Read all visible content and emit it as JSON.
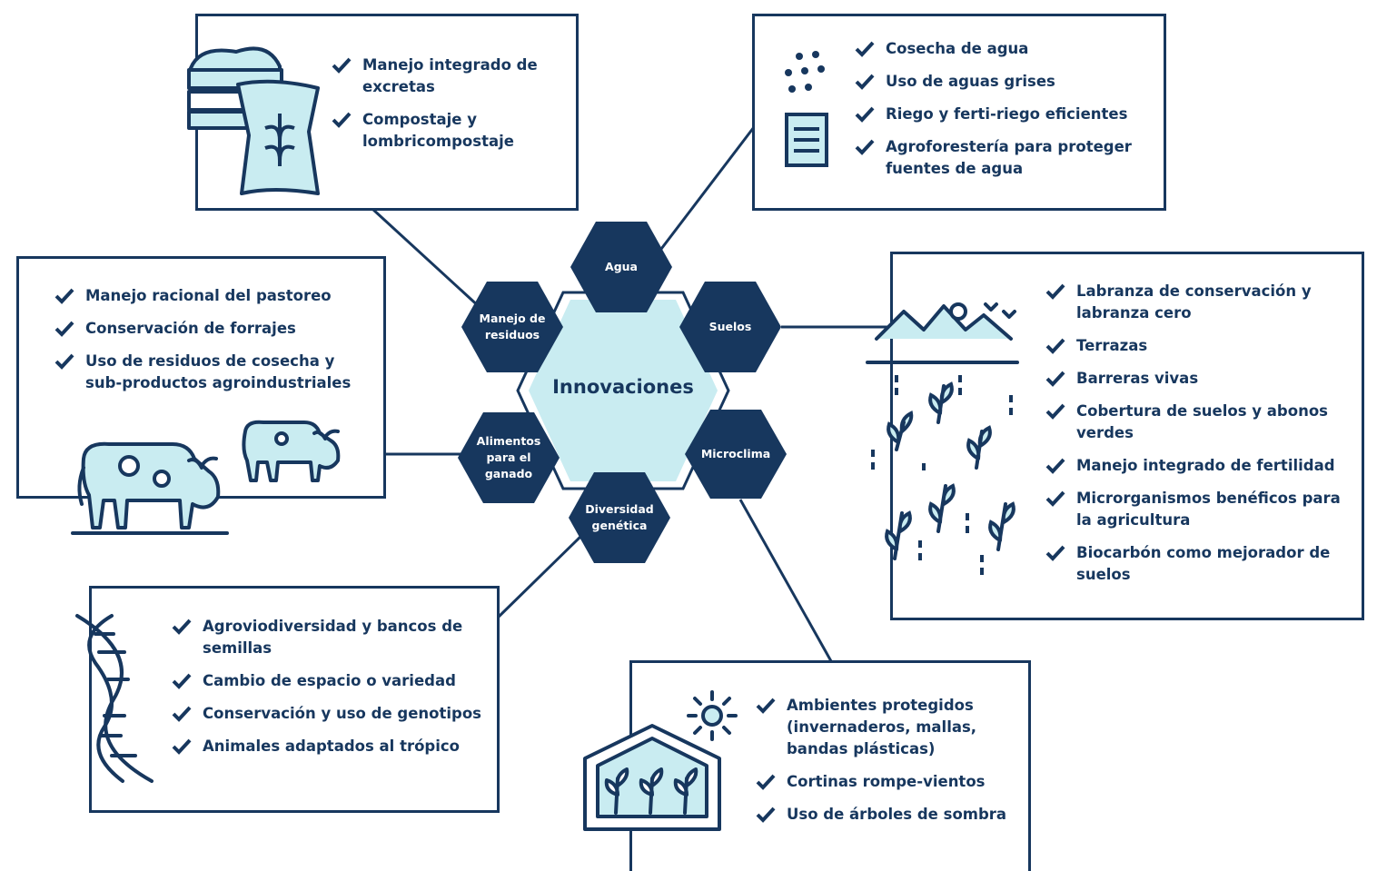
{
  "colors": {
    "navy": "#17375e",
    "light_blue": "#c9ecf1",
    "white": "#ffffff"
  },
  "center": {
    "title": "Innovaciones"
  },
  "hexagons": {
    "agua": "Agua",
    "suelos": "Suelos",
    "microclima": "Microclima",
    "diversidad": "Diversidad genética",
    "alimentos": "Alimentos para el ganado",
    "residuos": "Manejo de residuos"
  },
  "panels": {
    "residuos": {
      "icon": "compost-sack-icon",
      "items": [
        "Manejo integrado de excretas",
        "Compostaje y lombricompostaje"
      ]
    },
    "agua": {
      "icon": "rain-water-icon",
      "items": [
        "Cosecha de agua",
        "Uso de aguas grises",
        "Riego y ferti-riego eficientes",
        "Agroforestería para proteger fuentes de agua"
      ]
    },
    "alimentos": {
      "icon": "cattle-icon",
      "items": [
        "Manejo racional del pastoreo",
        "Conservación de forrajes",
        "Uso de residuos de cosecha y sub-productos agroindustriales"
      ]
    },
    "suelos": {
      "icon": "soil-plants-icon",
      "items": [
        "Labranza de conservación y labranza cero",
        "Terrazas",
        "Barreras vivas",
        "Cobertura de suelos y abonos verdes",
        "Manejo integrado de fertilidad",
        "Microrganismos benéficos para la agricultura",
        "Biocarbón como mejorador de suelos"
      ]
    },
    "diversidad": {
      "icon": "dna-icon",
      "items": [
        "Agroviodiversidad y bancos de semillas",
        "Cambio de espacio o variedad",
        "Conservación y uso de genotipos",
        "Animales adaptados al trópico"
      ]
    },
    "microclima": {
      "icon": "greenhouse-icon",
      "items": [
        "Ambientes protegidos (invernaderos, mallas, bandas plásticas)",
        "Cortinas rompe-vientos",
        "Uso de árboles de sombra"
      ]
    }
  }
}
